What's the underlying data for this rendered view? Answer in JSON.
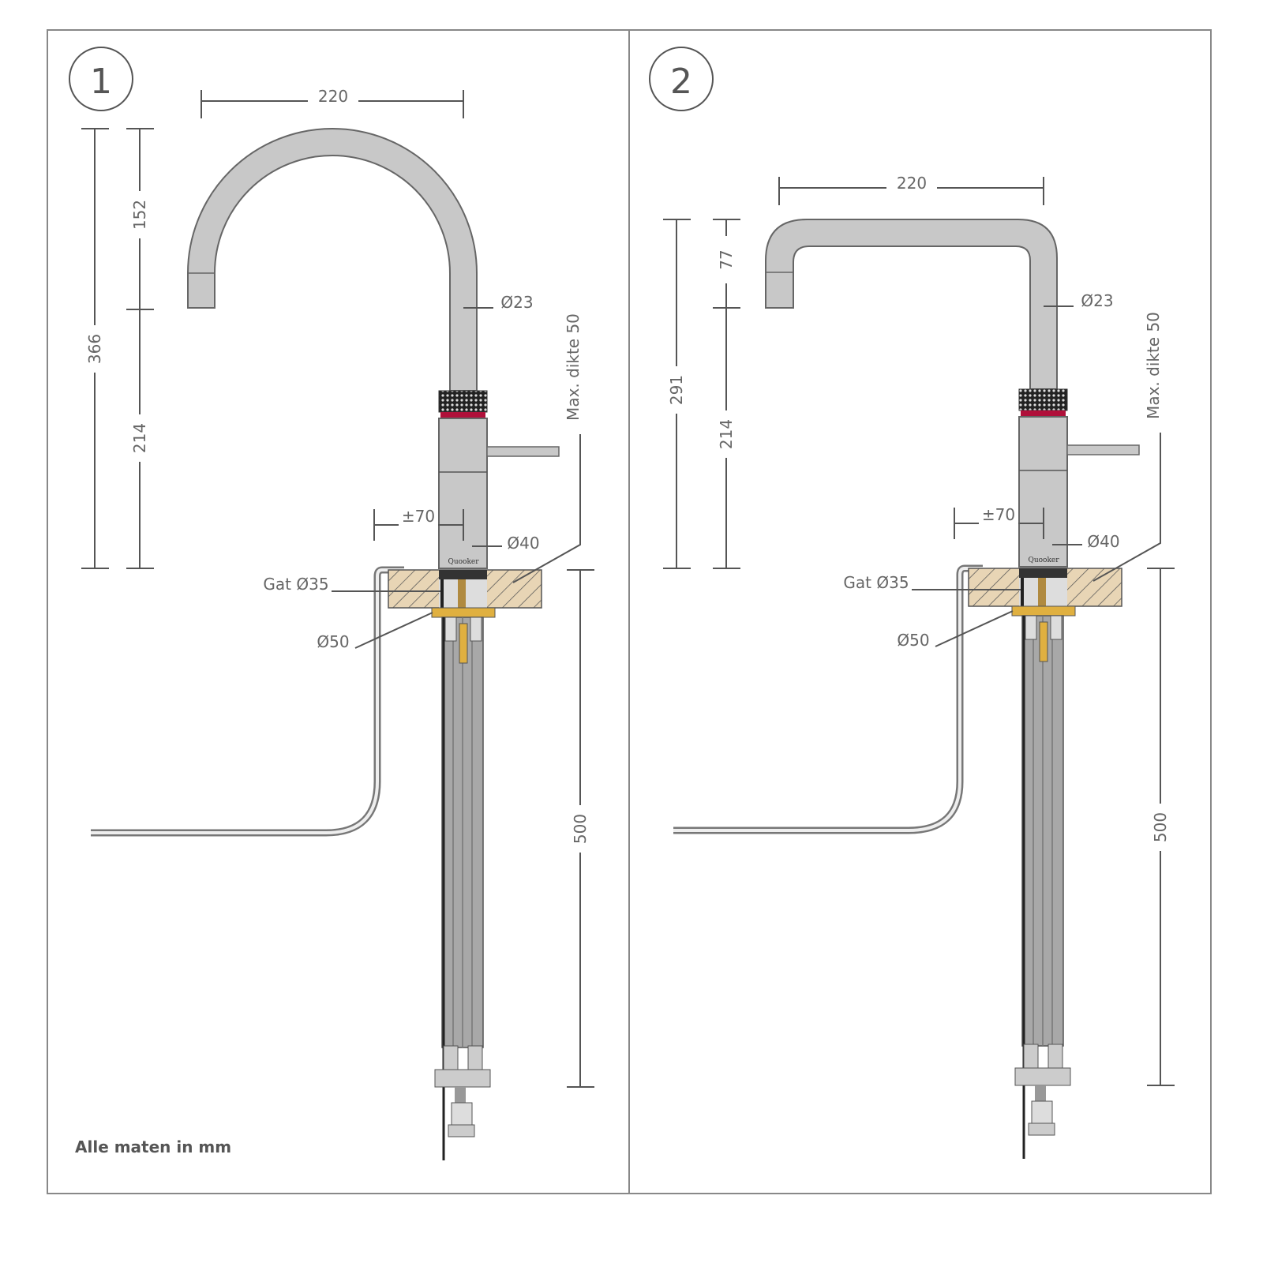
{
  "panels": [
    {
      "number": "1",
      "spout_style": "round gooseneck",
      "dims": {
        "width": "220",
        "total_height": "366",
        "upper": "152",
        "lower": "214",
        "reach": "±70",
        "below": "500"
      },
      "labels": {
        "spout_dia": "Ø23",
        "body_dia": "Ø40",
        "hole": "Gat Ø35",
        "plate": "Ø50",
        "max_thickness": "Max. dikte 50"
      },
      "brand": "Quooker"
    },
    {
      "number": "2",
      "spout_style": "square",
      "dims": {
        "width": "220",
        "total_height": "291",
        "upper": "77",
        "lower": "214",
        "reach": "±70",
        "below": "500"
      },
      "labels": {
        "spout_dia": "Ø23",
        "body_dia": "Ø40",
        "hole": "Gat Ø35",
        "plate": "Ø50",
        "max_thickness": "Max. dikte 50"
      },
      "brand": "Quooker"
    }
  ],
  "note": "Alle maten in mm",
  "colors": {
    "metal": "#c8c8c8",
    "outline": "#555555",
    "wood": "#e8d5b5",
    "brass": "#e0b040",
    "red_band": "#b0103a",
    "hose": "#999999"
  }
}
